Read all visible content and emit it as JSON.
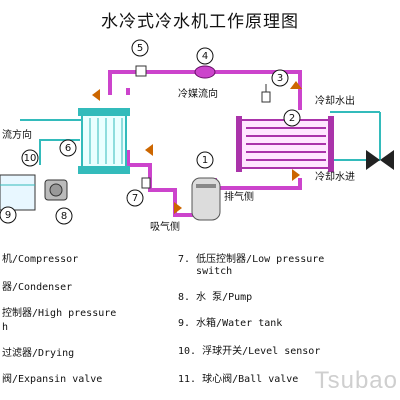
{
  "title": "水冷式冷水机工作原理图",
  "labels": {
    "refrigerant_flow": "冷媒流向",
    "cooling_water_out": "冷却水出",
    "cooling_water_in": "冷却水进",
    "flow_direction": "流方向",
    "discharge_side": "排气侧",
    "suction_side": "吸气侧"
  },
  "markers": [
    "1",
    "2",
    "3",
    "4",
    "5",
    "6",
    "7",
    "8",
    "9",
    "10"
  ],
  "legend": {
    "left": [
      "机/Compressor",
      "器/Condenser",
      "控制器/High pressure",
      "h",
      "过滤器/Drying",
      "阀/Expansin valve"
    ],
    "right": [
      "7. 低压控制器/Low pressure",
      "   switch",
      "8. 水 泵/Pump",
      "9. 水箱/Water tank",
      "10. 浮球开关/Level sensor",
      "11. 球心阀/Ball valve"
    ]
  },
  "watermark": "Tsubao",
  "colors": {
    "refrigerant_line": "#cc44cc",
    "water_line": "#33bbbb",
    "arrow": "#cc6600",
    "vessel": "#aa33aa"
  }
}
